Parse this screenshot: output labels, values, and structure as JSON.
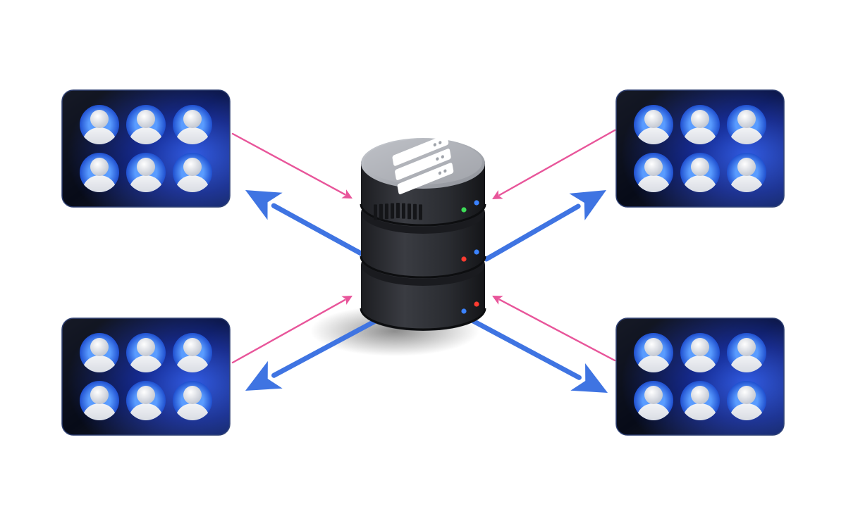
{
  "diagram": {
    "background": "#ffffff",
    "colors": {
      "request_arrow": "#e8559a",
      "response_arrow": "#3f74e2",
      "panel_dark": "#0b1020",
      "panel_blue": "#1d3fb8",
      "panel_border": "#2a3b6e",
      "avatar_light": "#e6e8ee",
      "avatar_blue": "#2f6de0",
      "server_body": "#2a2c31",
      "server_top": "#a9acb2",
      "led_green": "#3ddc57",
      "led_red": "#ff3b30",
      "led_blue": "#3b82ff"
    },
    "server": {
      "icon": "server-rack-icon",
      "tiers": [
        {
          "leds": [
            "green",
            "blue"
          ]
        },
        {
          "leds": [
            "red",
            "blue"
          ]
        },
        {
          "leds": [
            "blue",
            "red"
          ]
        }
      ]
    },
    "user_groups": [
      {
        "id": "top-left",
        "icon": "user-icon",
        "user_count": 6
      },
      {
        "id": "top-right",
        "icon": "user-icon",
        "user_count": 6
      },
      {
        "id": "bottom-left",
        "icon": "user-icon",
        "user_count": 6
      },
      {
        "id": "bottom-right",
        "icon": "user-icon",
        "user_count": 6
      }
    ],
    "connections": [
      {
        "group": "top-left",
        "request": "group-to-server",
        "response": "server-to-group"
      },
      {
        "group": "top-right",
        "request": "group-to-server",
        "response": "server-to-group"
      },
      {
        "group": "bottom-left",
        "request": "group-to-server",
        "response": "server-to-group"
      },
      {
        "group": "bottom-right",
        "request": "group-to-server",
        "response": "server-to-group"
      }
    ]
  }
}
